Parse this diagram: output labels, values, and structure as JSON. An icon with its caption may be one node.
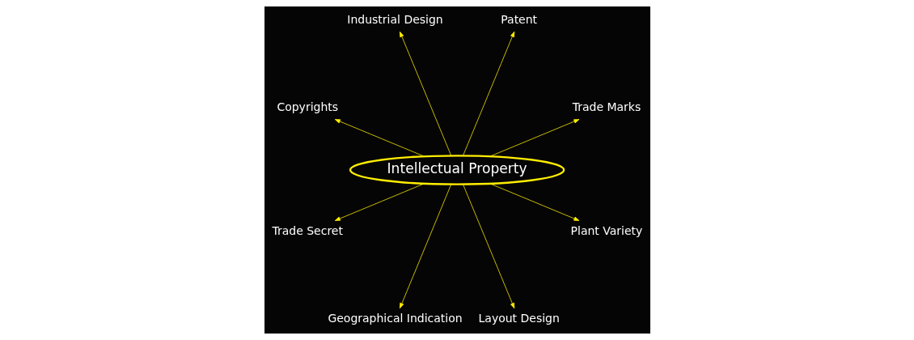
{
  "diagram": {
    "nodes": [
      {
        "text": [
          "Intellectual Property"
        ]
      },
      {
        "text": [
          "Trade Marks"
        ]
      },
      {
        "text": [
          "Patent"
        ]
      },
      {
        "text": [
          "Industrial Design"
        ]
      },
      {
        "text": [
          "Copyrights"
        ]
      },
      {
        "text": [
          "Trade Secret"
        ]
      },
      {
        "text": [
          "Geographical Indication"
        ]
      },
      {
        "text": [
          "Layout Design"
        ]
      },
      {
        "text": [
          "Plant Variety"
        ]
      }
    ],
    "edges": [
      {
        "from": 0,
        "to": 1,
        "arrow": "to"
      },
      {
        "from": 0,
        "to": 2,
        "arrow": "to"
      },
      {
        "from": 0,
        "to": 3,
        "arrow": "to"
      },
      {
        "from": 0,
        "to": 4,
        "arrow": "to"
      },
      {
        "from": 0,
        "to": 5,
        "arrow": "to"
      },
      {
        "from": 0,
        "to": 6,
        "arrow": "to"
      },
      {
        "from": 0,
        "to": 7,
        "arrow": "to"
      },
      {
        "from": 0,
        "to": 8,
        "arrow": "to"
      }
    ]
  }
}
